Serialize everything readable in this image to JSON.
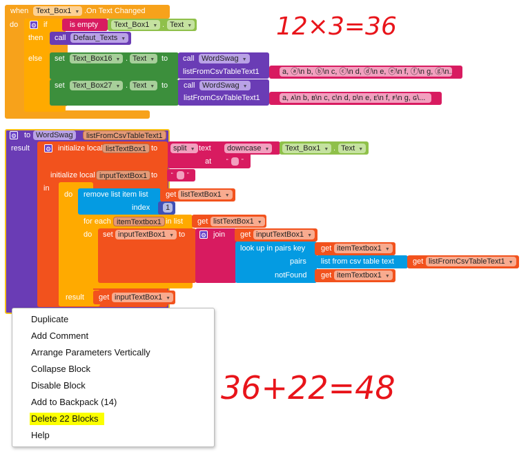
{
  "event_block": {
    "when": "when",
    "component": "Text_Box1",
    "event": ".On Text Changed",
    "do": "do"
  },
  "if_block": {
    "if": "if",
    "then": "then",
    "else": "else",
    "is_empty": "is empty",
    "component": "Text_Box1",
    "dot": ".",
    "property": "Text"
  },
  "call_default": {
    "call": "call",
    "procedure": "Defaut_Texts"
  },
  "set1": {
    "set": "set",
    "component": "Text_Box16",
    "dot": ".",
    "property": "Text",
    "to": "to",
    "call": "call",
    "procedure": "WordSwag",
    "param": "listFromCsvTableText1",
    "text": "a, ⓐ\\n b, ⓑ\\n c, ⓒ\\n d, ⓓ\\n e, ⓔ\\n f, ⓕ\\n g, ⓖ\\n..."
  },
  "set2": {
    "set": "set",
    "component": "Text_Box27",
    "dot": ".",
    "property": "Text",
    "to": "to",
    "call": "call",
    "procedure": "WordSwag",
    "param": "listFromCsvTableText1",
    "text": "a, ᴀ\\n b, ʙ\\n c, ᴄ\\n  d, ᴅ\\n e, ᴇ\\n f, ꜰ\\n g, ɢ\\..."
  },
  "procedure": {
    "to": "to",
    "name": "WordSwag",
    "param": "listFromCsvTableText1",
    "result": "result"
  },
  "init1": {
    "label": "initialize local",
    "var": "listTextBox1",
    "to": "to",
    "split": "split",
    "text": "text",
    "downcase": "downcase",
    "component": "Text_Box1",
    "dot": ".",
    "property": "Text",
    "at": "at",
    "quote_l": "“",
    "quote_r": "”"
  },
  "init2": {
    "label": "initialize local",
    "var": "inputTextBox1",
    "to": "to",
    "in": "in"
  },
  "do_block": {
    "do": "do",
    "result": "result",
    "get": "get",
    "var": "inputTextBox1"
  },
  "remove": {
    "label": "remove list item  list",
    "get": "get",
    "var": "listTextBox1",
    "index": "index",
    "index_value": "1"
  },
  "foreach": {
    "label": "for each",
    "var": "itemTextbox1",
    "in_list": "in list",
    "get": "get",
    "list_var": "listTextBox1",
    "do": "do"
  },
  "set_input": {
    "set": "set",
    "var": "inputTextBox1",
    "to": "to",
    "join": "join",
    "get": "get",
    "get_var": "inputTextBox1"
  },
  "lookup": {
    "label": "look up in pairs  key",
    "pairs": "pairs",
    "notfound": "notFound",
    "get": "get",
    "key_var": "itemTextbox1",
    "csv": "list from csv table  text",
    "csv_var": "listFromCsvTableText1",
    "nf_var": "itemTextbox1"
  },
  "context_menu": {
    "items": [
      "Duplicate",
      "Add Comment",
      "Arrange Parameters Vertically",
      "Collapse Block",
      "Disable Block",
      "Add to Backpack (14)",
      "Delete 22 Blocks",
      "Help"
    ]
  },
  "annotations": {
    "top": "12×3=36",
    "bottom": "36+22=48"
  }
}
